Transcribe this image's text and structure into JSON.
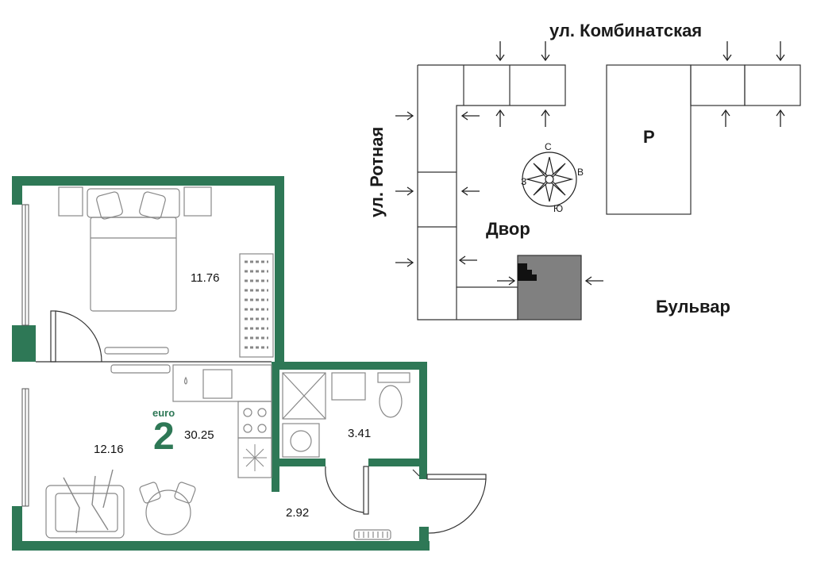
{
  "site": {
    "street_top": "ул. Комбинатская",
    "street_left": "ул. Ротная",
    "yard": "Двор",
    "boulevard": "Бульвар",
    "parking": "Р",
    "compass": {
      "n": "С",
      "e": "В",
      "s": "Ю",
      "w": "З"
    }
  },
  "apartment": {
    "class_tag": "euro",
    "rooms": "2",
    "total_area": "30.25",
    "rooms_areas": {
      "bedroom": "11.76",
      "living": "12.16",
      "bathroom": "3.41",
      "hall": "2.92"
    }
  },
  "colors": {
    "wall": "#2e7856",
    "line": "#333333",
    "furniture": "#888888",
    "highlight": "#808080"
  }
}
